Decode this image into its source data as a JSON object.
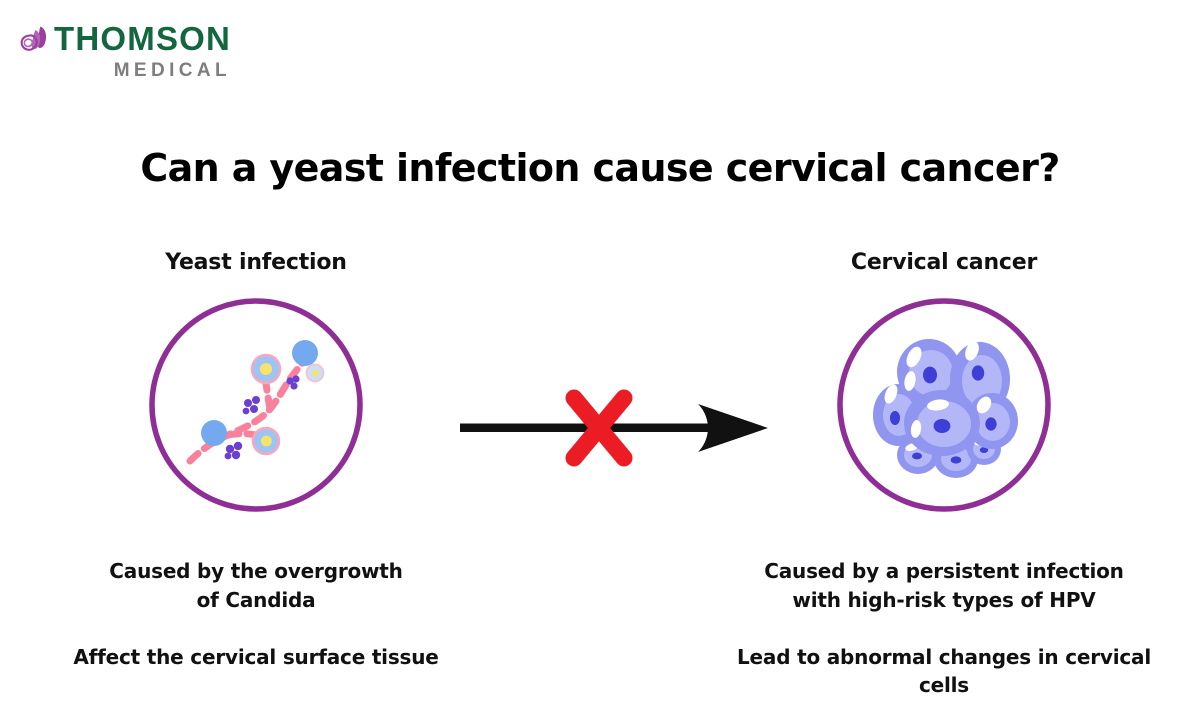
{
  "brand": {
    "mark_icon": "butterfly-heart-icon",
    "primary": "THOMSON",
    "secondary": "MEDICAL",
    "primary_color": "#14663f",
    "secondary_color": "#7e7e7e",
    "mark_color": "#9b3f9b"
  },
  "title": "Can a yeast infection cause cervical cancer?",
  "relation": {
    "arrow_icon": "right-arrow-icon",
    "cross_icon": "red-x-icon",
    "arrow_color": "#111111",
    "cross_color": "#ec1c24",
    "meaning": "no causal link"
  },
  "columns": [
    {
      "id": "yeast-infection",
      "heading": "Yeast infection",
      "illustration_icon": "candida-hyphae-circle-icon",
      "caption_primary_line1": "Caused by the overgrowth",
      "caption_primary_line2": "of Candida",
      "caption_secondary": "Affect the cervical surface tissue",
      "circle_stroke_color": "#8f2f96",
      "hyphae_color": "#f9819b",
      "cell_color": "#74a9ef",
      "spore_color": "#6a3fd4",
      "bud_color": "#f7e36a"
    },
    {
      "id": "cervical-cancer",
      "heading": "Cervical cancer",
      "illustration_icon": "cancer-cell-cluster-circle-icon",
      "caption_primary_line1": "Caused by a persistent infection",
      "caption_primary_line2": "with high-risk types of HPV",
      "caption_secondary": "Lead to abnormal changes in cervical cells",
      "circle_stroke_color": "#8f2f96",
      "cell_color": "#9095f0",
      "cell_inner_color": "#b3b6f7",
      "nucleus_color": "#3d3fd6",
      "highlight_color": "#ffffff"
    }
  ]
}
